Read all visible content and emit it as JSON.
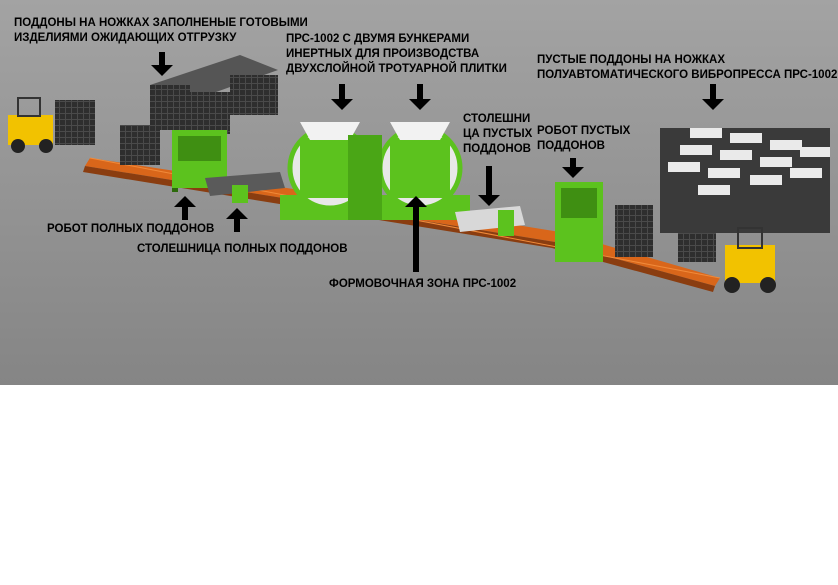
{
  "labels": {
    "full_pallets_storage": [
      "ПОДДОНЫ НА НОЖКАХ ЗАПОЛНЕНЫЕ ГОТОВЫМИ",
      "ИЗДЕЛИЯМИ ОЖИДАЮЩИХ ОТГРУЗКУ"
    ],
    "press_two_hoppers": [
      "ПРС-1002 С ДВУМЯ БУНКЕРАМИ",
      "ИНЕРТНЫХ ДЛЯ ПРОИЗВОДСТВА",
      "ДВУХСЛОЙНОЙ ТРОТУАРНОЙ ПЛИТКИ"
    ],
    "empty_pallets_storage": [
      "ПУСТЫЕ ПОДДОНЫ НА НОЖКАХ",
      "ПОЛУАВТОМАТИЧЕСКОГО ВИБРОПРЕССА ПРС-1002"
    ],
    "empty_pallets_table": [
      "СТОЛЕШНИ",
      "ЦА ПУСТЫХ",
      "ПОДДОНОВ"
    ],
    "empty_pallets_robot": [
      "РОБОТ ПУСТЫХ",
      "ПОДДОНОВ"
    ],
    "full_pallets_robot": "РОБОТ ПОЛНЫХ ПОДДОНОВ",
    "full_pallets_table": "СТОЛЕШНИЦА ПОЛНЫХ ПОДДОНОВ",
    "forming_zone": "ФОРМОВОЧНАЯ ЗОНА ПРС-1002"
  },
  "colors": {
    "floor": "#8e8e8e",
    "machine_green": "#5cc21e",
    "conveyor_orange": "#d9661a",
    "forklift_yellow": "#f2c200",
    "pallet_dark": "#3c3c3c",
    "arrow": "#000000"
  }
}
